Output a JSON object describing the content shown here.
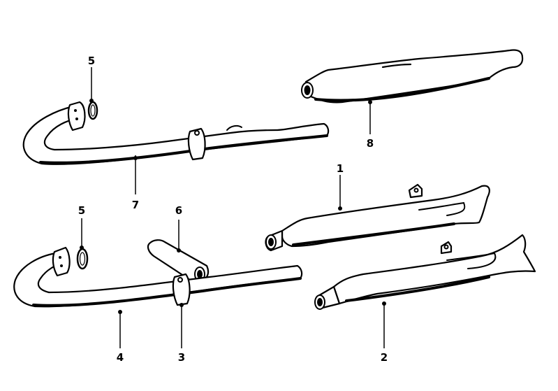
{
  "diagram": {
    "callouts": [
      {
        "id": "1",
        "part": "rear-muffler-upper"
      },
      {
        "id": "2",
        "part": "rear-muffler-lower"
      },
      {
        "id": "3",
        "part": "pipe-clamp"
      },
      {
        "id": "4",
        "part": "exhaust-pipe-lower"
      },
      {
        "id": "5",
        "part": "sealing-ring-lower"
      },
      {
        "id": "5",
        "part": "sealing-ring-upper"
      },
      {
        "id": "6",
        "part": "crossover-tube"
      },
      {
        "id": "7",
        "part": "exhaust-pipe-upper"
      },
      {
        "id": "8",
        "part": "muffler-silencer-top"
      }
    ]
  }
}
